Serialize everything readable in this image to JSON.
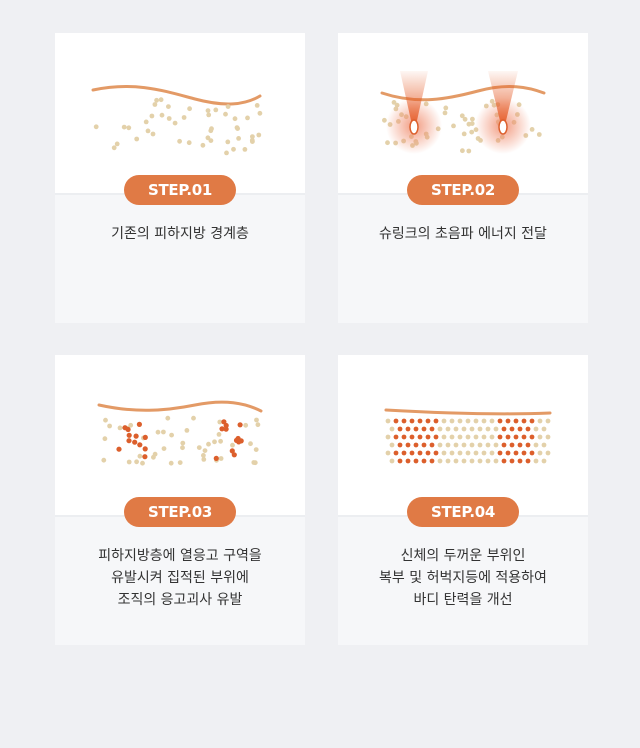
{
  "steps": [
    {
      "badge": "STEP.01",
      "lines": [
        "기존의 피하지방 경계층"
      ]
    },
    {
      "badge": "STEP.02",
      "lines": [
        "슈링크의 초음파 에너지 전달"
      ]
    },
    {
      "badge": "STEP.03",
      "lines": [
        "피하지방층에 열응고 구역을",
        "유발시켜 집적된 부위에",
        "조직의 응고괴사 유발"
      ]
    },
    {
      "badge": "STEP.04",
      "lines": [
        "신체의 두꺼운 부위인",
        "복부 및 허벅지등에 적용하여",
        "바디 탄력을 개선"
      ]
    }
  ],
  "colors": {
    "accent": "#e07a45",
    "fat_dot": "#e3d1aa",
    "coag_dot": "#dc5f2c",
    "background": "#eff0f3"
  }
}
